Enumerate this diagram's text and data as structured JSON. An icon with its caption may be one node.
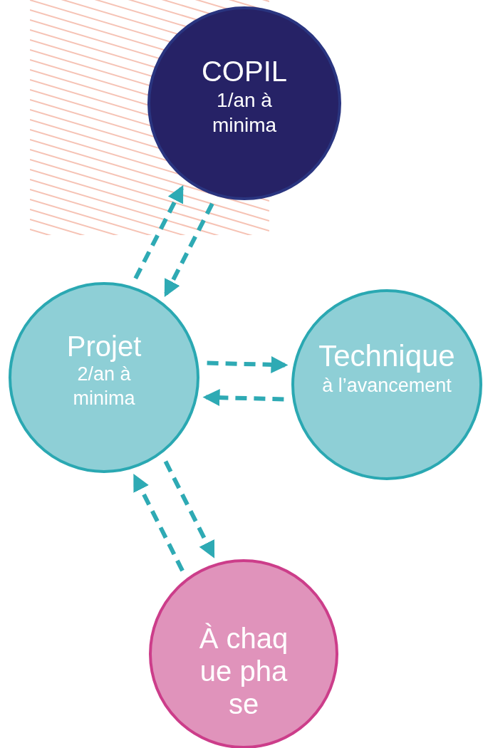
{
  "diagram": {
    "nodes": [
      {
        "text": [
          "COPIL",
          "1/an à minima"
        ]
      },
      {
        "text": [
          "Projet",
          "2/an à minima"
        ]
      },
      {
        "text": [
          "Technique",
          "à l’avancement"
        ]
      },
      {
        "text": [
          "À chaque phase"
        ]
      }
    ],
    "edges": [
      {
        "from": 1,
        "to": 0,
        "arrow": "to",
        "style": "dashed"
      },
      {
        "from": 0,
        "to": 1,
        "arrow": "to",
        "style": "dashed"
      },
      {
        "from": 1,
        "to": 2,
        "arrow": "to",
        "style": "dashed"
      },
      {
        "from": 2,
        "to": 1,
        "arrow": "to",
        "style": "dashed"
      },
      {
        "from": 1,
        "to": 3,
        "arrow": "to",
        "style": "dashed"
      },
      {
        "from": 3,
        "to": 1,
        "arrow": "to",
        "style": "dashed"
      }
    ]
  }
}
